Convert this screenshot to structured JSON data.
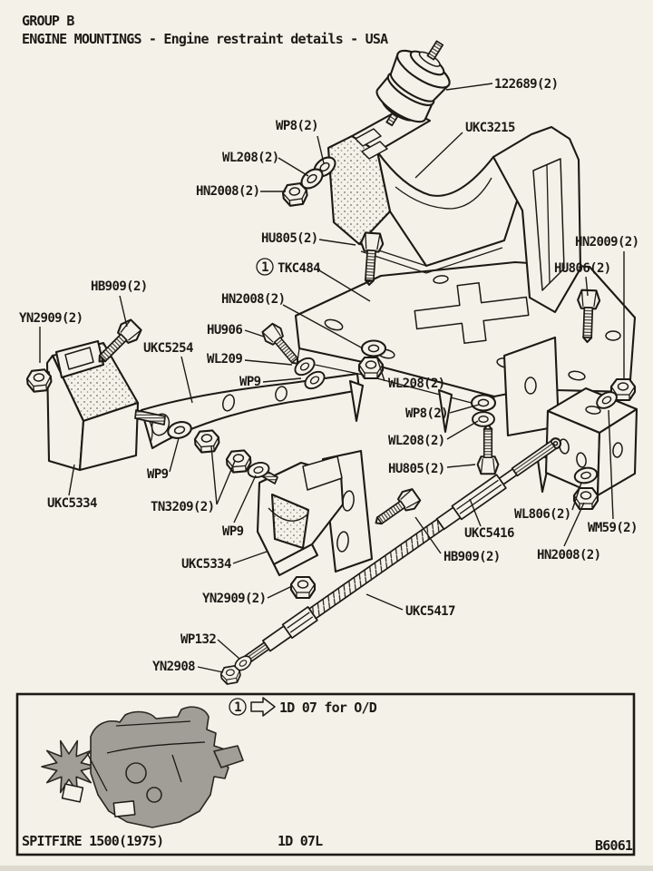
{
  "header": {
    "group": "GROUP B",
    "title": "ENGINE MOUNTINGS - Engine restraint details - USA"
  },
  "part_labels": [
    {
      "text": "122689(2)"
    },
    {
      "text": "WP8(2)"
    },
    {
      "text": "WL208(2)"
    },
    {
      "text": "HN2008(2)"
    },
    {
      "text": "UKC3215"
    },
    {
      "text": "HU805(2)"
    },
    {
      "text": "TKC484"
    },
    {
      "text": "HN2009(2)"
    },
    {
      "text": "HU806(2)"
    },
    {
      "text": "HB909(2)"
    },
    {
      "text": "YN2909(2)"
    },
    {
      "text": "HN2008(2)"
    },
    {
      "text": "HU906"
    },
    {
      "text": "UKC5254"
    },
    {
      "text": "WL209"
    },
    {
      "text": "WP9"
    },
    {
      "text": "WL208(2)"
    },
    {
      "text": "WP8(2)"
    },
    {
      "text": "WL208(2)"
    },
    {
      "text": "HU805(2)"
    },
    {
      "text": "WP9"
    },
    {
      "text": "TN3209(2)"
    },
    {
      "text": "WP9"
    },
    {
      "text": "UKC5334"
    },
    {
      "text": "UKC5334"
    },
    {
      "text": "YN2909(2)"
    },
    {
      "text": "HB909(2)"
    },
    {
      "text": "UKC5416"
    },
    {
      "text": "WL806(2)"
    },
    {
      "text": "WM59(2)"
    },
    {
      "text": "HN2008(2)"
    },
    {
      "text": "UKC5417"
    },
    {
      "text": "WP132"
    },
    {
      "text": "YN2908"
    }
  ],
  "footer": {
    "note_ref": "1",
    "note": "1D 07 for O/D",
    "model": "SPITFIRE 1500(1975)",
    "page_code": "1D 07L",
    "figure_code": "B6061"
  },
  "colors": {
    "paper": "#f4f1e9",
    "ink": "#1d1a15",
    "shade": "#a09e96"
  }
}
